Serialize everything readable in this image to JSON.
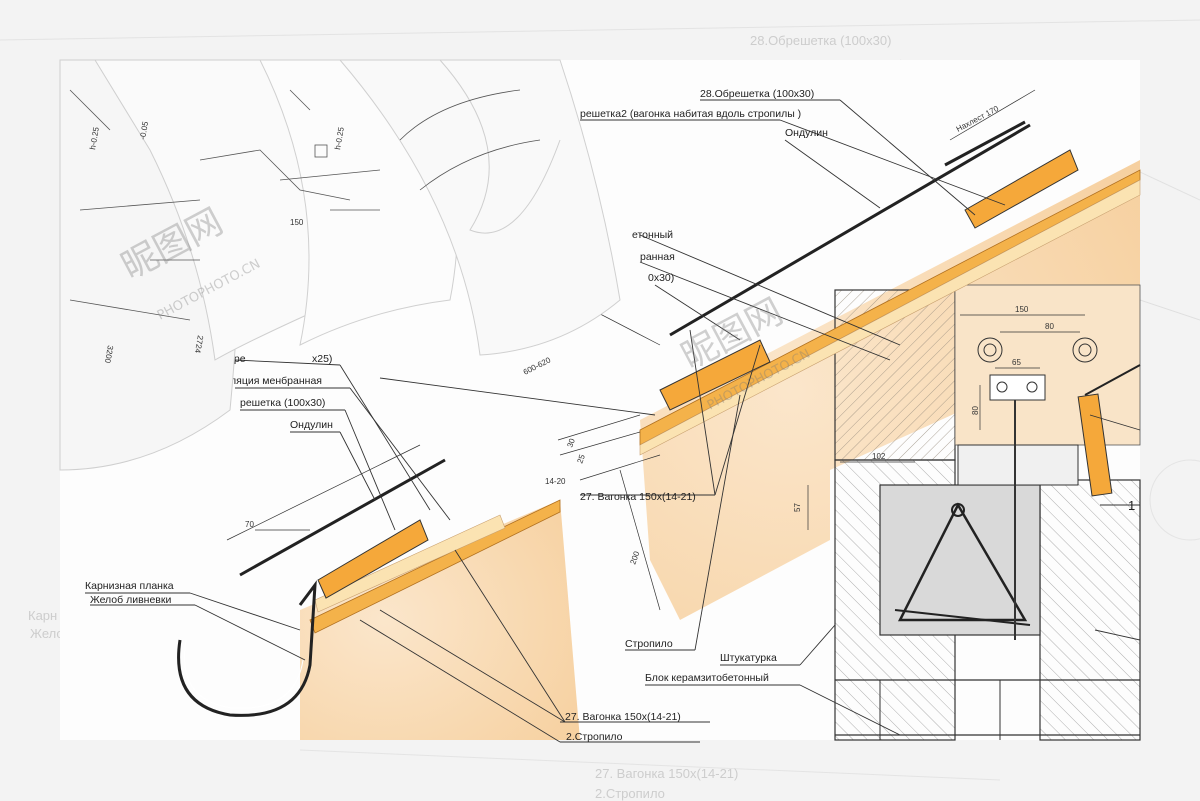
{
  "labels": {
    "obreshetka": "28.Обрешетка (100x30)",
    "obreshetka2": "решетка2 (вагонка набитая вдоль стропилы )",
    "ondulin_top": "Ондулин",
    "nahlest": "Нахлест 170",
    "betonny": "етонный",
    "rannaya": "ранная",
    "x30": "0x30)",
    "obre_left": "обре",
    "x25": "x25)",
    "membrane": "ляция менбранная",
    "obreshetka_left": "решетка (100x30)",
    "ondulin_left": "Ондулин",
    "vagonka_mid": "27. Вагонка 150x(14-21)",
    "karniznaya": "Карнизная планка",
    "zhelob": "Желоб ливневки",
    "stropilo": "Стропило",
    "shtukaturka": "Штукатурка",
    "blok": "Блок керамзитобетонный",
    "vagonka_bottom": "27. Вагонка 150x(14-21)",
    "stropilo2": "2.Стропило",
    "one": "1"
  },
  "background_labels": {
    "obreshetka_bg": "28.Обрешетка (100x30)",
    "vagonka_bg": "27. Вагонка 150x(14-21)",
    "stropilo_bg": "2.Стропило",
    "karn_bg": "Карн",
    "zhel_bg": "Желоб"
  },
  "dimensions": {
    "d70": "70",
    "d600": "600-620",
    "d30": "30",
    "d25": "25",
    "d1420": "14-20",
    "d200": "200",
    "d150": "150",
    "d80": "80",
    "d65": "65",
    "d80v": "80",
    "d102": "102",
    "d57": "57",
    "d0_25": "h-0.25",
    "d150_roll": "150",
    "d3200": "3200",
    "d2724": "2724",
    "d0_05": "-0.05",
    "d0_25b": "h-0.25"
  },
  "watermark": {
    "logo_text": "昵图网",
    "site": "PHOTOPHOTO.CN"
  },
  "colors": {
    "wood_light": "#f7dcb8",
    "wood_orange": "#f2a33a",
    "wood_yellow": "#f7c04a",
    "gray_block": "#d8d8d8",
    "line": "#222222"
  }
}
